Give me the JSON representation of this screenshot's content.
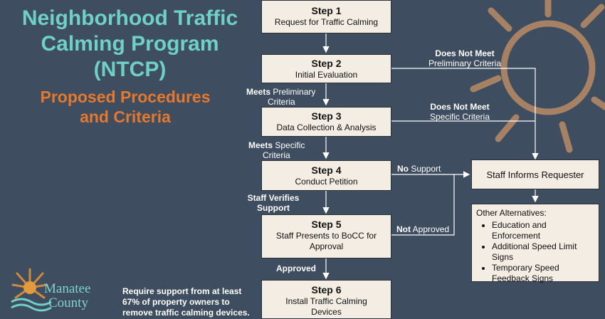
{
  "title": [
    "Neighborhood Traffic",
    "Calming Program",
    "(NTCP)"
  ],
  "subtitle": [
    "Proposed Procedures",
    "and Criteria"
  ],
  "steps": [
    {
      "label": "Step 1",
      "text": [
        "Request for Traffic Calming"
      ]
    },
    {
      "label": "Step 2",
      "text": [
        "Initial Evaluation"
      ]
    },
    {
      "label": "Step 3",
      "text": [
        "Data Collection & Analysis"
      ]
    },
    {
      "label": "Step 4",
      "text": [
        "Conduct Petition"
      ]
    },
    {
      "label": "Step 5",
      "text": [
        "Staff Presents to BoCC for",
        "Approval"
      ]
    },
    {
      "label": "Step 6",
      "text": [
        "Install Traffic Calming",
        "Devices"
      ]
    }
  ],
  "staff_informs": "Staff Informs Requester",
  "alternatives": {
    "heading": "Other Alternatives:",
    "items": [
      [
        "Education and",
        "Enforcement"
      ],
      [
        "Additional Speed Limit",
        "Signs"
      ],
      [
        "Temporary Speed",
        "Feedback Signs"
      ]
    ]
  },
  "flow_labels": {
    "meets_preliminary": {
      "bold": "Meets",
      "rest": " Preliminary",
      "line2": "Criteria"
    },
    "meets_specific": {
      "bold": "Meets",
      "rest": " Specific",
      "line2": "Criteria"
    },
    "staff_verifies": {
      "line1": "Staff Verifies",
      "line2": "Support"
    },
    "approved": "Approved",
    "does_not_meet_prelim": {
      "line1": "Does Not Meet",
      "line2": "Preliminary Criteria"
    },
    "does_not_meet_specific": {
      "line1": "Does Not Meet",
      "line2": "Specific Criteria"
    },
    "no_support": {
      "bold": "No",
      "rest": " Support"
    },
    "not_approved": {
      "bold": "Not",
      "rest": " Approved"
    }
  },
  "note": [
    "Require support from at least",
    "67% of property owners to",
    "remove traffic calming devices."
  ],
  "logo": {
    "line1": "Manatee",
    "line2": "County"
  },
  "colors": {
    "background": "#3e4d5f",
    "title": "#6fd0c8",
    "subtitle": "#e3782e",
    "box_fill": "#f3ede3",
    "sun": "#c79567"
  }
}
